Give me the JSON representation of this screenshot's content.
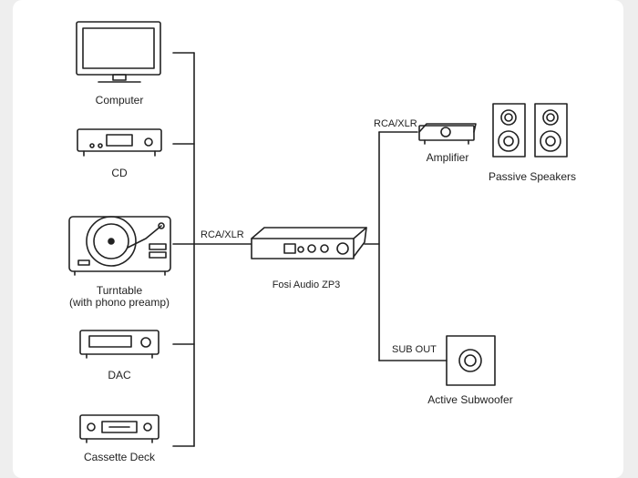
{
  "sources": {
    "computer": "Computer",
    "cd": "CD",
    "turntable_line1": "Turntable",
    "turntable_line2": "(with phono preamp)",
    "dac": "DAC",
    "cassette": "Cassette Deck"
  },
  "center": {
    "device": "Fosi Audio ZP3",
    "input_label": "RCA/XLR"
  },
  "outputs": {
    "amp_label": "RCA/XLR",
    "amplifier": "Amplifier",
    "speakers": "Passive Speakers",
    "sub_label": "SUB OUT",
    "subwoofer": "Active Subwoofer"
  },
  "icons": [
    "monitor-icon",
    "cd-player-icon",
    "turntable-icon",
    "dac-icon",
    "cassette-deck-icon",
    "preamp-icon",
    "amplifier-icon",
    "speaker-icon",
    "subwoofer-icon"
  ]
}
